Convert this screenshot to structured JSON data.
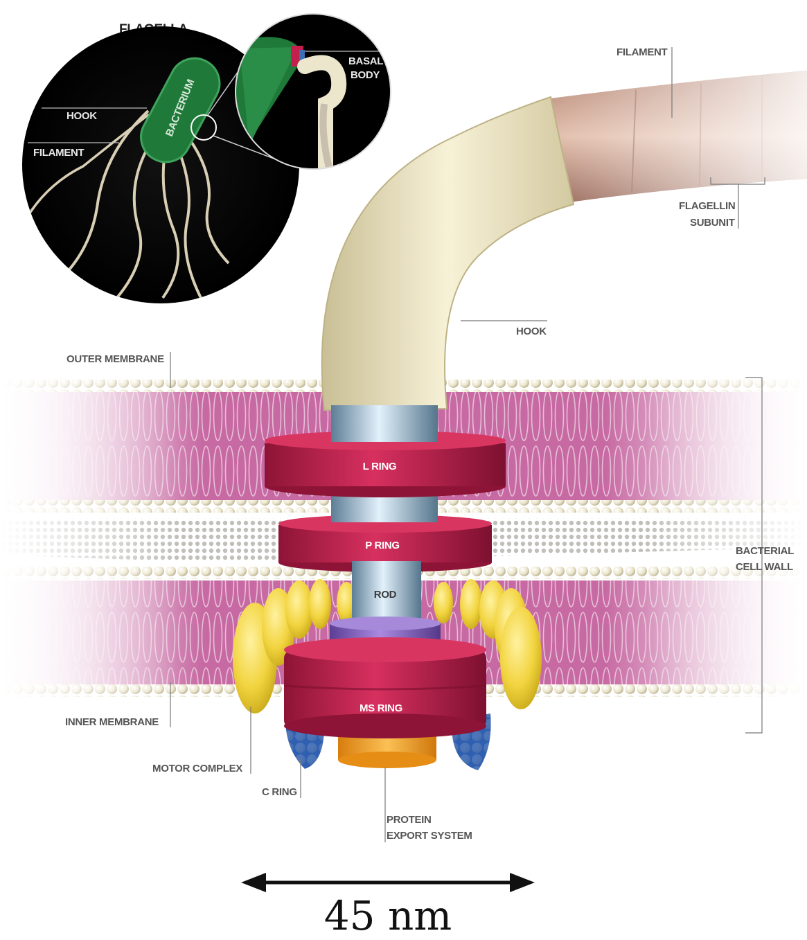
{
  "inset": {
    "title": "FLAGELLA",
    "hook_label": "HOOK",
    "filament_label": "FILAMENT",
    "bacterium_label": "BACTERIUM",
    "basal_body_line1": "BASAL",
    "basal_body_line2": "BODY"
  },
  "labels": {
    "filament": "FILAMENT",
    "flagellin_line1": "FLAGELLIN",
    "flagellin_line2": "SUBUNIT",
    "hook": "HOOK",
    "outer_membrane": "OUTER MEMBRANE",
    "bacterial_cell_wall_line1": "BACTERIAL",
    "bacterial_cell_wall_line2": "CELL WALL",
    "inner_membrane": "INNER MEMBRANE",
    "motor_complex": "MOTOR COMPLEX",
    "c_ring": "C RING",
    "protein_export_line1": "PROTEIN",
    "protein_export_line2": "EXPORT SYSTEM"
  },
  "parts": {
    "l_ring": "L RING",
    "p_ring": "P RING",
    "rod": "ROD",
    "ms_ring": "MS RING"
  },
  "scale_bar": {
    "label": "45 nm"
  },
  "colors": {
    "ring_red": "#c4204e",
    "rod_blue": "#8aaec4",
    "hook_cream": "#ede6c6",
    "membrane_pink": "#b9508f",
    "motor_yellow": "#f1d343",
    "c_ring_blue": "#2f5fb0",
    "export_orange": "#f1a021",
    "purple_ring": "#8c6ac8",
    "bacterium_green": "#1f7a3a"
  }
}
